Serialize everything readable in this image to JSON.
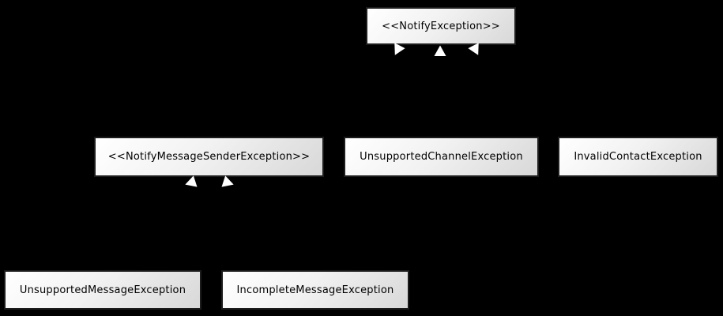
{
  "diagram": {
    "kind": "class-inheritance-diagram",
    "nodes": [
      {
        "id": "notify-exception",
        "label": "<<NotifyException>>"
      },
      {
        "id": "notify-message-sender-exception",
        "label": "<<NotifyMessageSenderException>>"
      },
      {
        "id": "unsupported-channel-exception",
        "label": "UnsupportedChannelException"
      },
      {
        "id": "invalid-contact-exception",
        "label": "InvalidContactException"
      },
      {
        "id": "unsupported-message-exception",
        "label": "UnsupportedMessageException"
      },
      {
        "id": "incomplete-message-exception",
        "label": "IncompleteMessageException"
      }
    ],
    "edges": [
      {
        "from": "notify-message-sender-exception",
        "to": "notify-exception",
        "type": "generalization"
      },
      {
        "from": "unsupported-channel-exception",
        "to": "notify-exception",
        "type": "generalization"
      },
      {
        "from": "invalid-contact-exception",
        "to": "notify-exception",
        "type": "generalization"
      },
      {
        "from": "unsupported-message-exception",
        "to": "notify-message-sender-exception",
        "type": "generalization"
      },
      {
        "from": "incomplete-message-exception",
        "to": "notify-message-sender-exception",
        "type": "generalization"
      }
    ],
    "colors": {
      "background": "#000000",
      "node_fill_top": "#ffffff",
      "node_fill_bottom": "#d8d8d8",
      "node_border": "#1c1c1c",
      "node_text": "#000000",
      "arrowhead_fill": "#ffffff"
    }
  }
}
